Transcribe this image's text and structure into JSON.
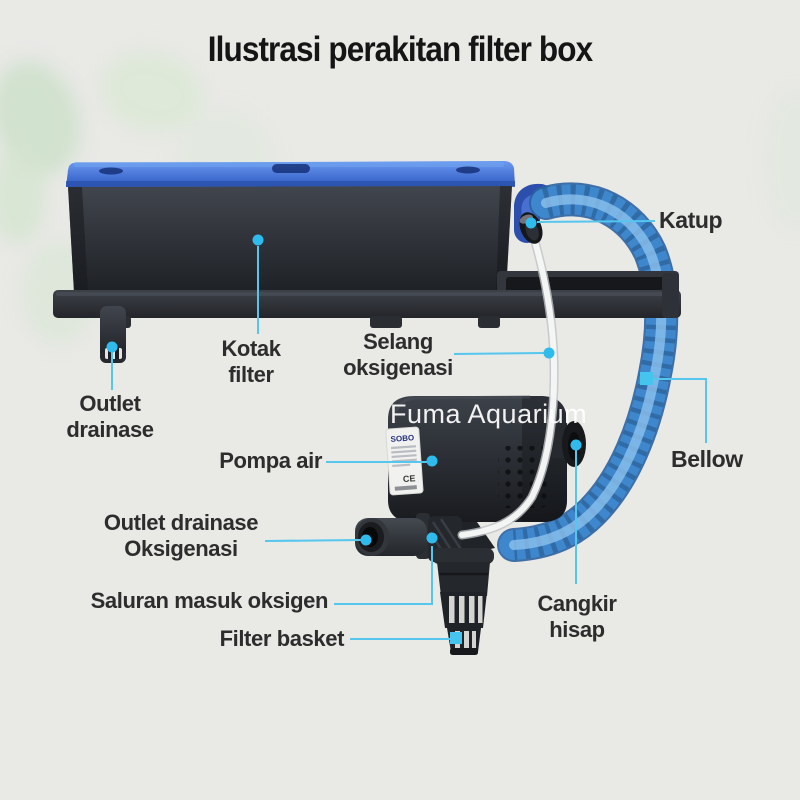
{
  "title": "Ilustrasi perakitan filter box",
  "watermark": "Fuma Aquarium",
  "pump": {
    "brand": "SOBO",
    "ce_mark": "CE"
  },
  "colors": {
    "background": "#e9e9e6",
    "leader": "#55c6ee",
    "marker": "#2fbcec",
    "marker_square": "#45c4ee",
    "hose_blue": "#3e87cd",
    "lid_blue": "#3f6fd2",
    "device_dark": "#26292d",
    "label_text": "#2d2d2d"
  },
  "labels": {
    "katup": {
      "text": "Katup"
    },
    "kotak_filter": {
      "line1": "Kotak",
      "line2": "filter"
    },
    "selang_oksigenasi": {
      "line1": "Selang",
      "line2": "oksigenasi"
    },
    "outlet_drainase": {
      "line1": "Outlet",
      "line2": "drainase"
    },
    "bellow": {
      "text": "Bellow"
    },
    "pompa_air": {
      "text": "Pompa air"
    },
    "outlet_drainase_oksigenasi": {
      "line1": "Outlet drainase",
      "line2": "Oksigenasi"
    },
    "saluran_masuk_oksigen": {
      "text": "Saluran masuk oksigen"
    },
    "filter_basket": {
      "text": "Filter basket"
    },
    "cangkir_hisap": {
      "line1": "Cangkir",
      "line2": "hisap"
    }
  }
}
